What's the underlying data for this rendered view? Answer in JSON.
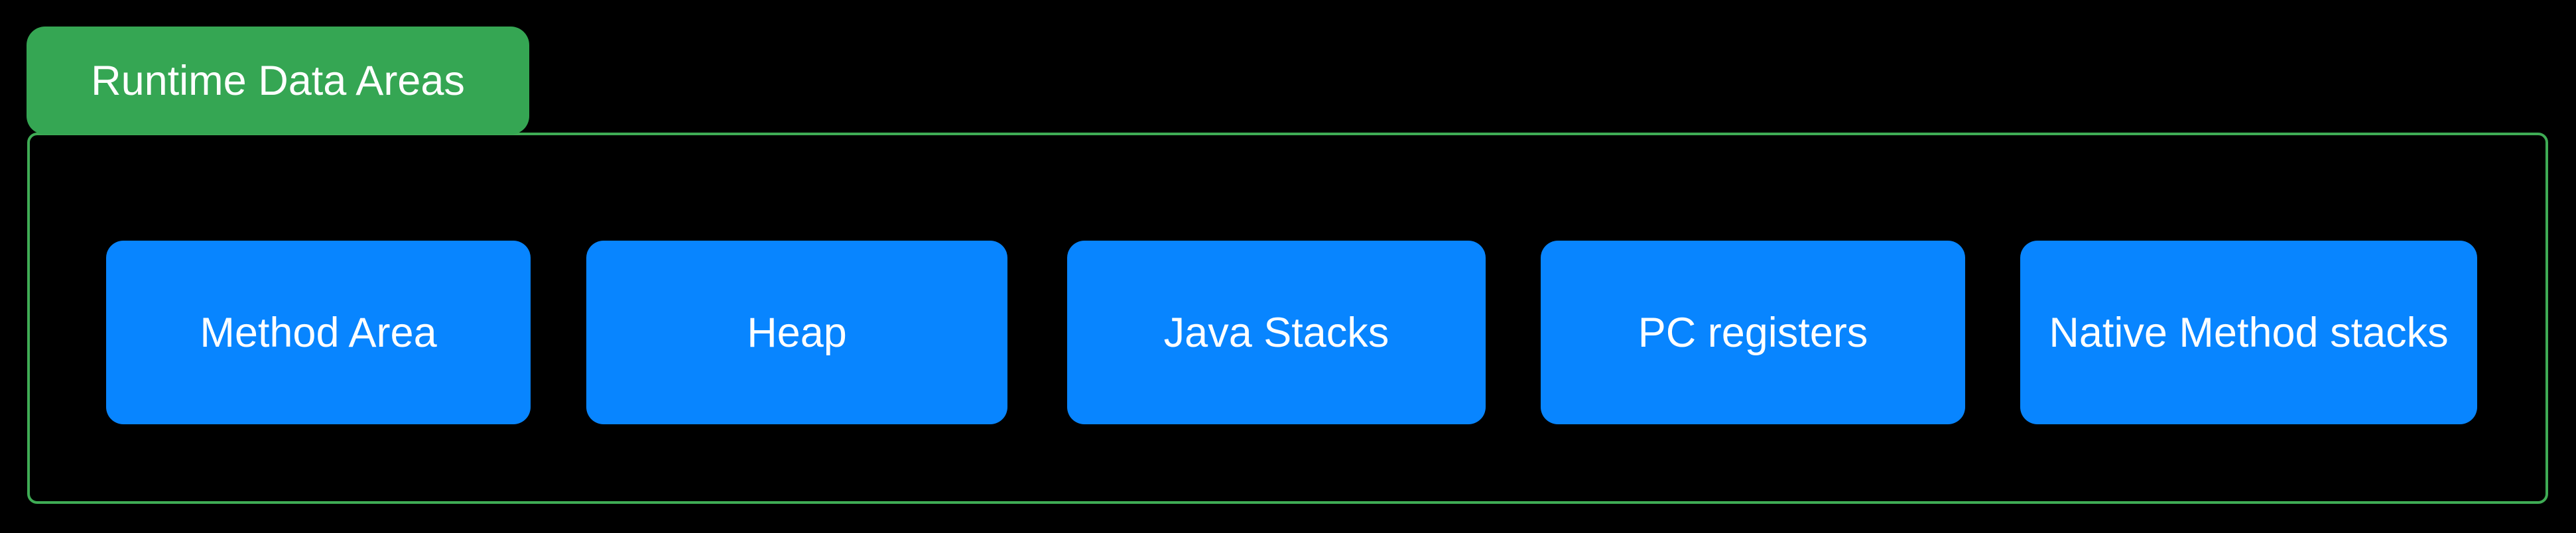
{
  "diagram": {
    "title": "Runtime Data Areas",
    "areas": [
      "Method Area",
      "Heap",
      "Java Stacks",
      "PC registers",
      "Native Method stacks"
    ]
  },
  "colors": {
    "background": "#000000",
    "title_fill": "#35A653",
    "container_border": "#3FAC55",
    "box_fill": "#0885FF",
    "text": "#FFFFFF"
  }
}
